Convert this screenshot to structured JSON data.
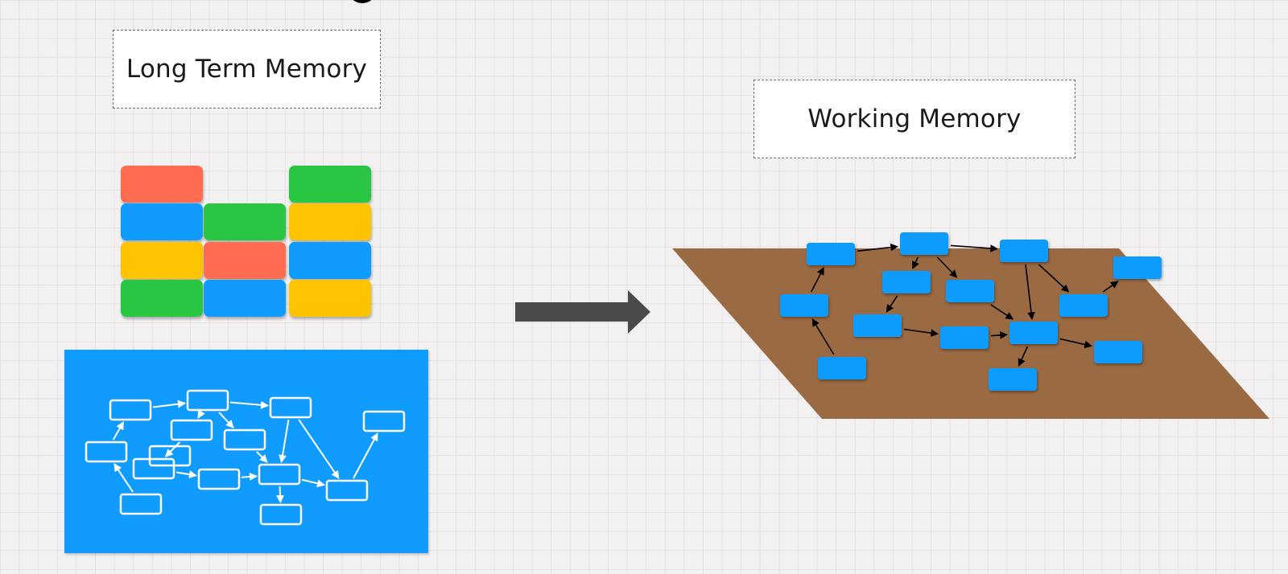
{
  "labels": {
    "long_term_memory": "Long Term Memory",
    "working_memory": "Working Memory"
  },
  "colors": {
    "background": "#f2f0f1",
    "block_red": "#ff6c50",
    "block_green": "#29c643",
    "block_blue": "#109bfe",
    "block_yellow": "#ffc400",
    "graph_panel": "#109bfe",
    "workspace_plane": "#9a6a42",
    "arrow": "#4a4a4a"
  },
  "block_grid": [
    [
      "red",
      "",
      "green"
    ],
    [
      "blue",
      "green",
      "yellow"
    ],
    [
      "yellow",
      "red",
      "blue"
    ],
    [
      "green",
      "blue",
      "yellow"
    ]
  ],
  "icons": {
    "transfer_arrow": "arrow-right-icon"
  }
}
